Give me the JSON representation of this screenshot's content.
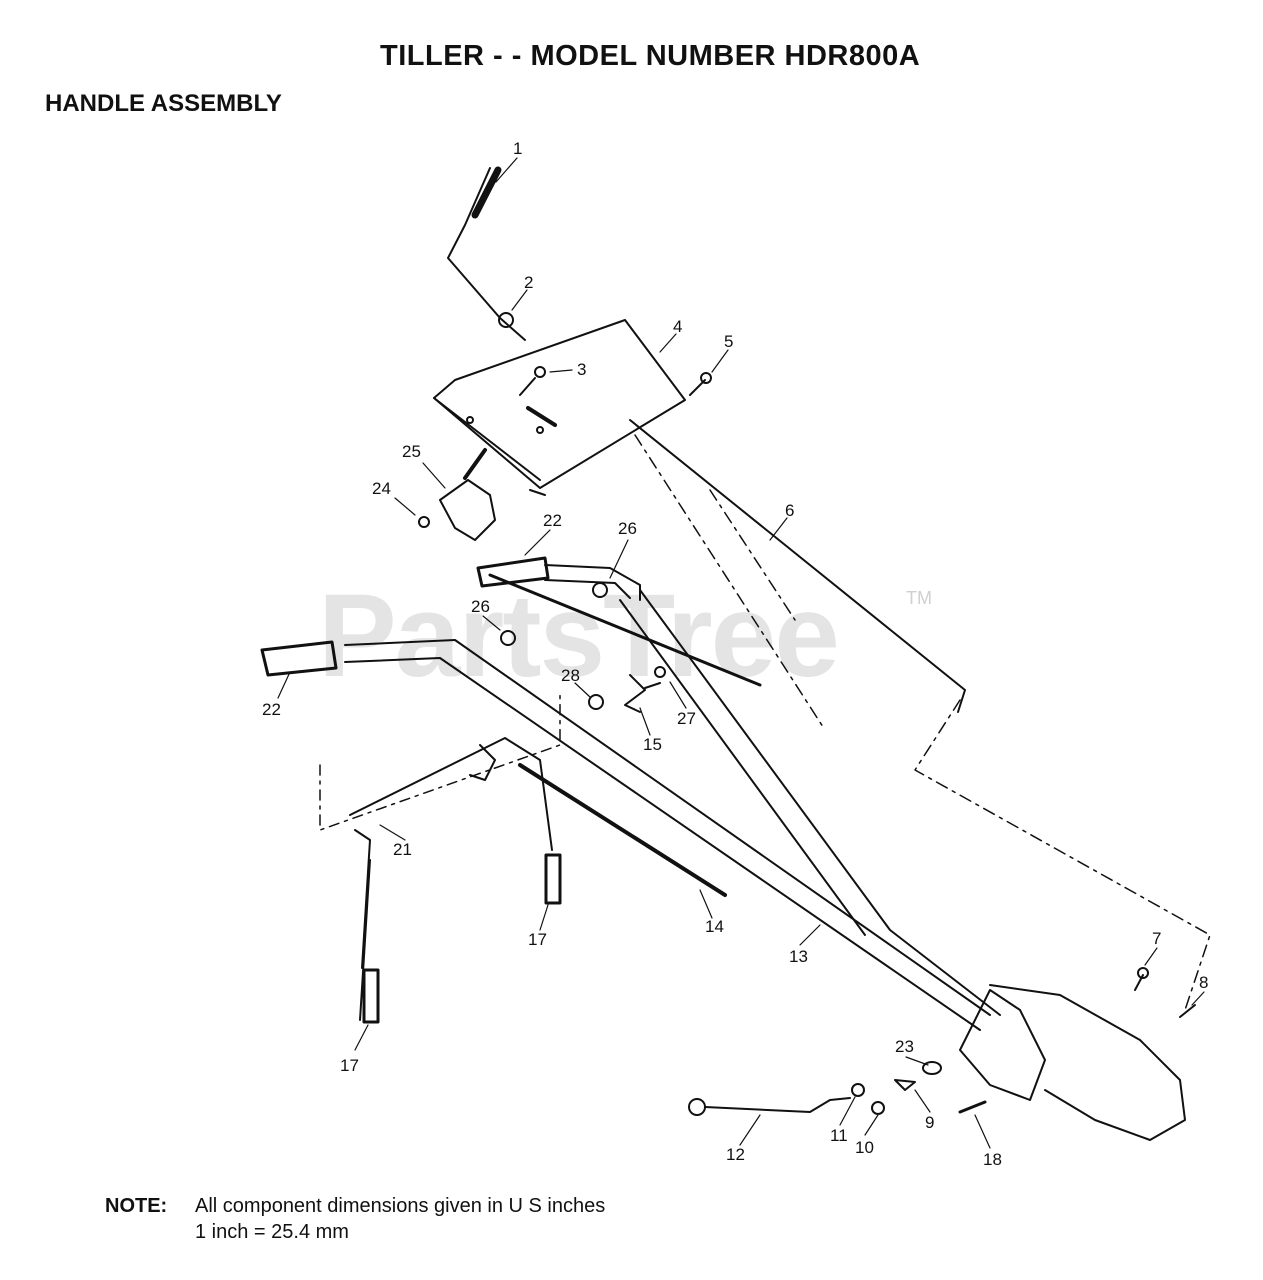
{
  "title": "TILLER - - MODEL NUMBER HDR800A",
  "subtitle": "HANDLE ASSEMBLY",
  "watermark": "PartsTree",
  "trademark": "TM",
  "note": {
    "label": "NOTE:",
    "line1": "All component dimensions given in U S  inches",
    "line2": "1 inch = 25.4 mm"
  },
  "callouts": [
    "1",
    "2",
    "3",
    "4",
    "5",
    "6",
    "7",
    "8",
    "9",
    "10",
    "11",
    "12",
    "13",
    "14",
    "15",
    "17",
    "17",
    "18",
    "21",
    "22",
    "22",
    "23",
    "24",
    "25",
    "26",
    "26",
    "27",
    "28"
  ]
}
